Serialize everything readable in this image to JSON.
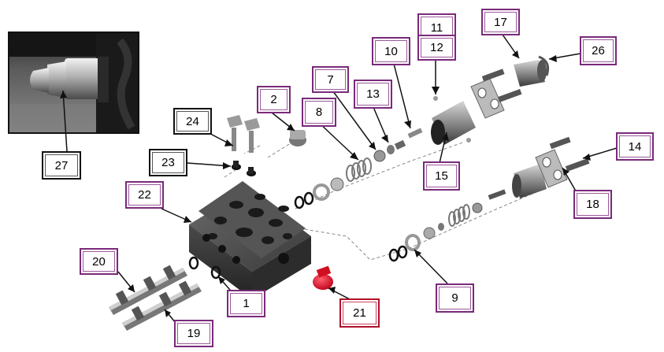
{
  "labels": [
    {
      "id": "1",
      "num": "1"
    },
    {
      "id": "2",
      "num": "2"
    },
    {
      "id": "7",
      "num": "7"
    },
    {
      "id": "8",
      "num": "8"
    },
    {
      "id": "9",
      "num": "9"
    },
    {
      "id": "10",
      "num": "10"
    },
    {
      "id": "11",
      "num": "11"
    },
    {
      "id": "12",
      "num": "12"
    },
    {
      "id": "13",
      "num": "13"
    },
    {
      "id": "14",
      "num": "14"
    },
    {
      "id": "15",
      "num": "15"
    },
    {
      "id": "17",
      "num": "17"
    },
    {
      "id": "18",
      "num": "18"
    },
    {
      "id": "19",
      "num": "19"
    },
    {
      "id": "20",
      "num": "20"
    },
    {
      "id": "21",
      "num": "21"
    },
    {
      "id": "22",
      "num": "22"
    },
    {
      "id": "23",
      "num": "23"
    },
    {
      "id": "24",
      "num": "24"
    },
    {
      "id": "26",
      "num": "26"
    },
    {
      "id": "27",
      "num": "27"
    }
  ],
  "colors": {
    "label_border_purple": "#7a2a7a",
    "label_border_black": "#111111",
    "label_border_red": "#b0102a",
    "part_dark": "#3a3a3a",
    "part_red": "#e8102a"
  }
}
